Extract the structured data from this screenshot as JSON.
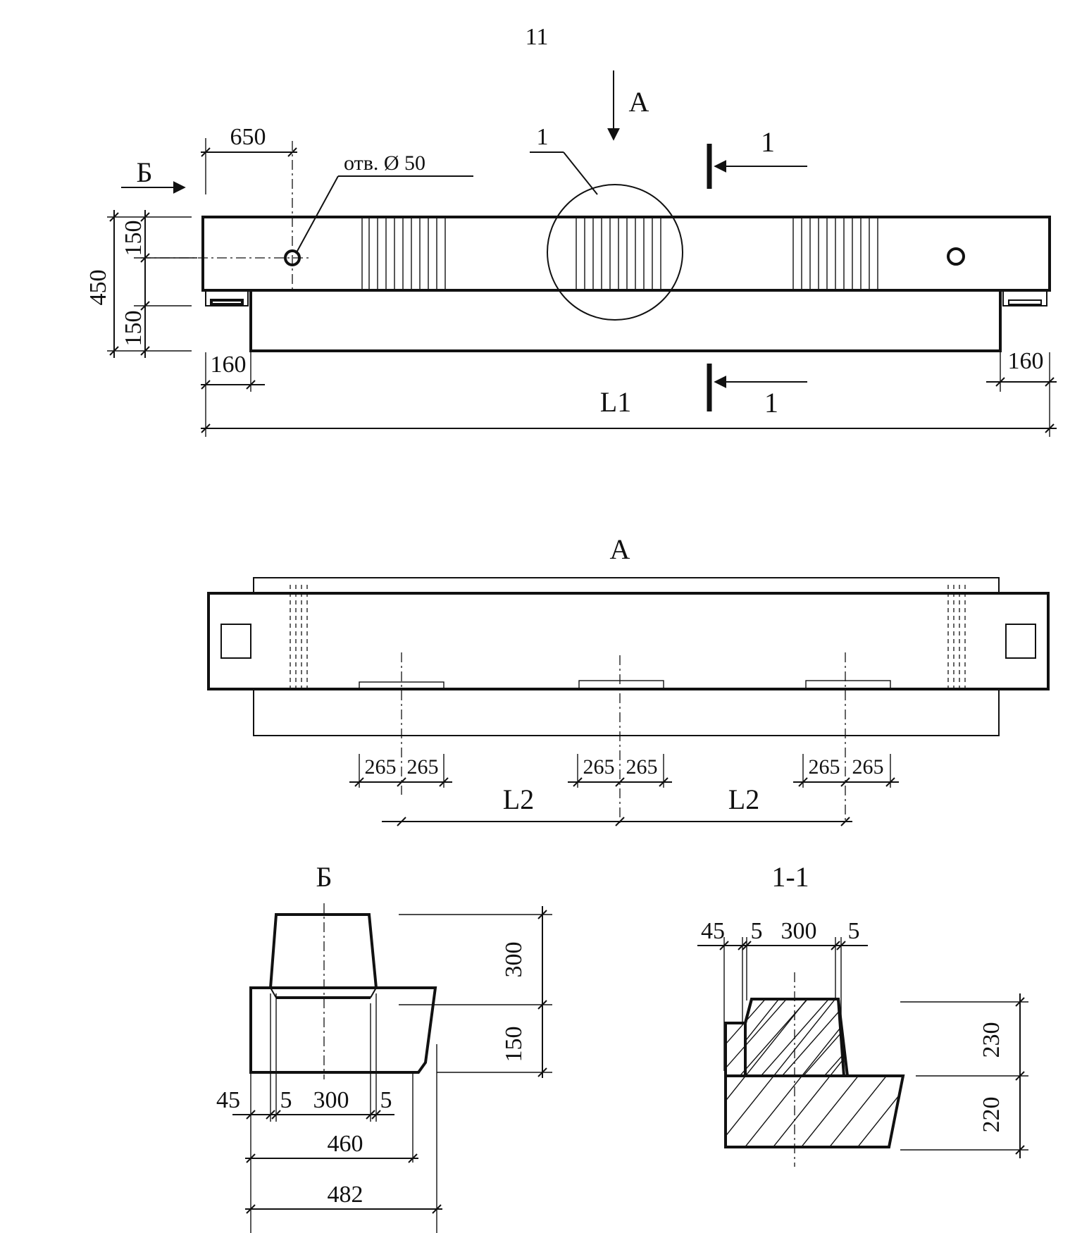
{
  "page_number": "11",
  "views": {
    "main": {
      "view_arrow_a": "А",
      "view_arrow_b": "Б",
      "detail_label": "1",
      "hole_note": "отв.  Ø 50",
      "section_label_top": "1",
      "section_label_bottom": "1",
      "dim_650": "650",
      "dim_150_top": "150",
      "dim_450": "450",
      "dim_150_bottom": "150",
      "dim_160_left": "160",
      "dim_160_right": "160",
      "dim_l1": "L1"
    },
    "view_a": {
      "title": "А",
      "dims_265": [
        "265",
        "265",
        "265",
        "265",
        "265",
        "265"
      ],
      "dim_l2_left": "L2",
      "dim_l2_right": "L2"
    },
    "view_b": {
      "title": "Б",
      "dim_300_height": "300",
      "dim_150_height": "150",
      "dim_45": "45",
      "dim_5_left": "5",
      "dim_300_width": "300",
      "dim_5_right": "5",
      "dim_460": "460",
      "dim_482": "482"
    },
    "section_1_1": {
      "title": "1-1",
      "dim_45": "45",
      "dim_5_left": "5",
      "dim_300": "300",
      "dim_5_right": "5",
      "dim_230": "230",
      "dim_220": "220"
    }
  }
}
